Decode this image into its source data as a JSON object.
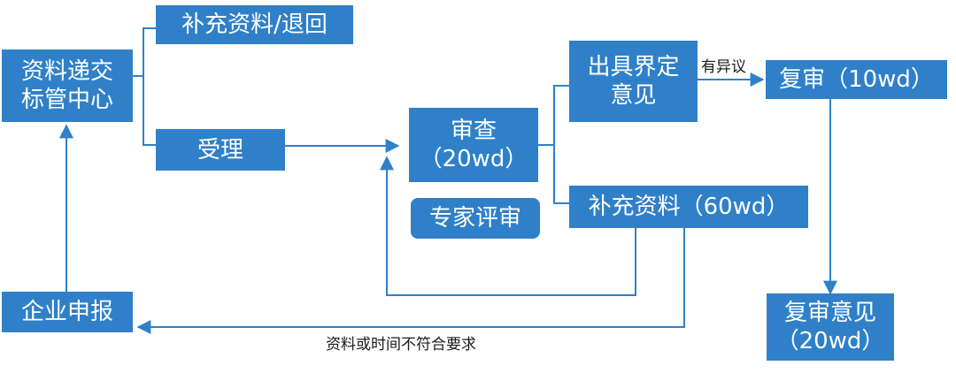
{
  "nodes": {
    "supplement_return": "补充资料/退回",
    "submission_center": "资料递交\n标管中心",
    "acceptance": "受理",
    "review": "审查\n（20wd）",
    "expert_review": "专家评审",
    "issue_opinion": "出具界定\n意见",
    "supplement_materials": "补充资料（60wd）",
    "re_review": "复审（10wd）",
    "re_review_opinion": "复审意见\n（20wd）",
    "enterprise_report": "企业申报"
  },
  "edge_labels": {
    "objection": "有异议",
    "noncompliant": "资料或时间不符合要求"
  },
  "colors": {
    "node_fill": "#2f80c8",
    "node_text": "#ffffff",
    "line": "#2f80c8"
  }
}
